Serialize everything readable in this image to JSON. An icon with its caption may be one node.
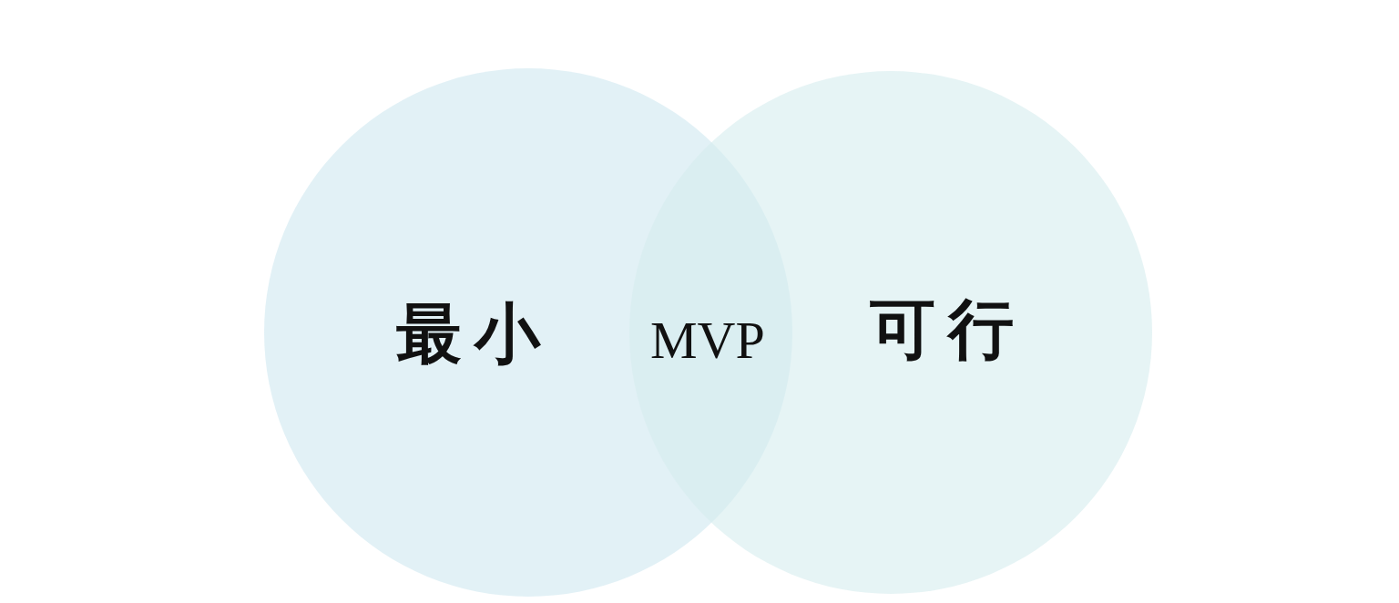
{
  "diagram": {
    "nodes": [
      {
        "text": [
          "最小"
        ]
      },
      {
        "text": [
          "可行"
        ]
      }
    ],
    "labels": [
      "MVP"
    ]
  }
}
